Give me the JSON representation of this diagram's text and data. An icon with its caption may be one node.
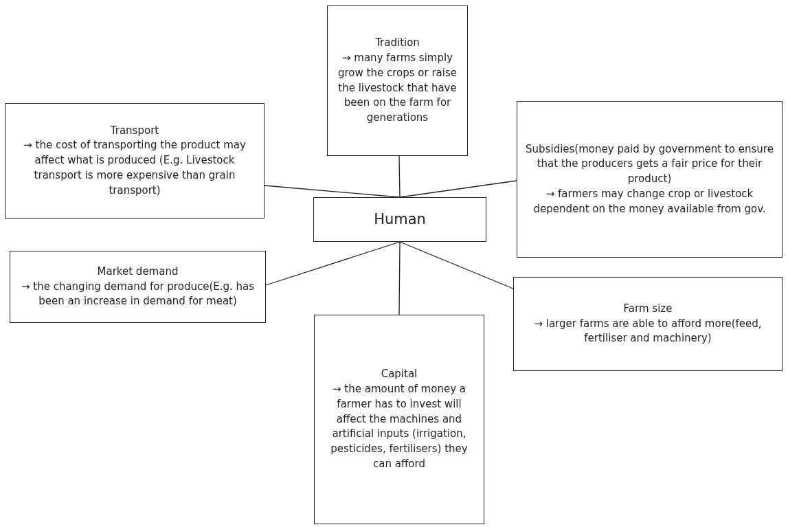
{
  "diagram": {
    "nodes": [
      {
        "text": [
          "Tradition",
          "→ many farms simply grow the crops or raise the livestock that have been on the farm for generations"
        ]
      },
      {
        "text": [
          "Transport",
          "→ the cost of transporting the product may affect what is produced (E.g. Livestock transport is more expensive than grain transport)"
        ]
      },
      {
        "text": [
          "Subsidies(money paid by government to ensure that the producers gets a fair price for their product)",
          "→ farmers may change crop or livestock dependent on the money available from gov."
        ]
      },
      {
        "text": [
          "Human"
        ]
      },
      {
        "text": [
          "Market demand",
          "→ the changing demand for produce(E.g. has been an increase in demand for meat)"
        ]
      },
      {
        "text": [
          "Farm size",
          "→ larger farms are able to afford more(feed, fertiliser and machinery)"
        ]
      },
      {
        "text": [
          "Capital",
          "→ the amount of money a farmer has to invest will affect the machines and artificial inputs (irrigation, pesticides, fertilisers) they can afford"
        ]
      }
    ],
    "edges": [
      {
        "from": 3,
        "to": 0,
        "arrow": "none"
      },
      {
        "from": 3,
        "to": 1,
        "arrow": "none"
      },
      {
        "from": 3,
        "to": 2,
        "arrow": "none"
      },
      {
        "from": 3,
        "to": 4,
        "arrow": "none"
      },
      {
        "from": 3,
        "to": 5,
        "arrow": "none"
      },
      {
        "from": 3,
        "to": 6,
        "arrow": "none"
      }
    ]
  }
}
